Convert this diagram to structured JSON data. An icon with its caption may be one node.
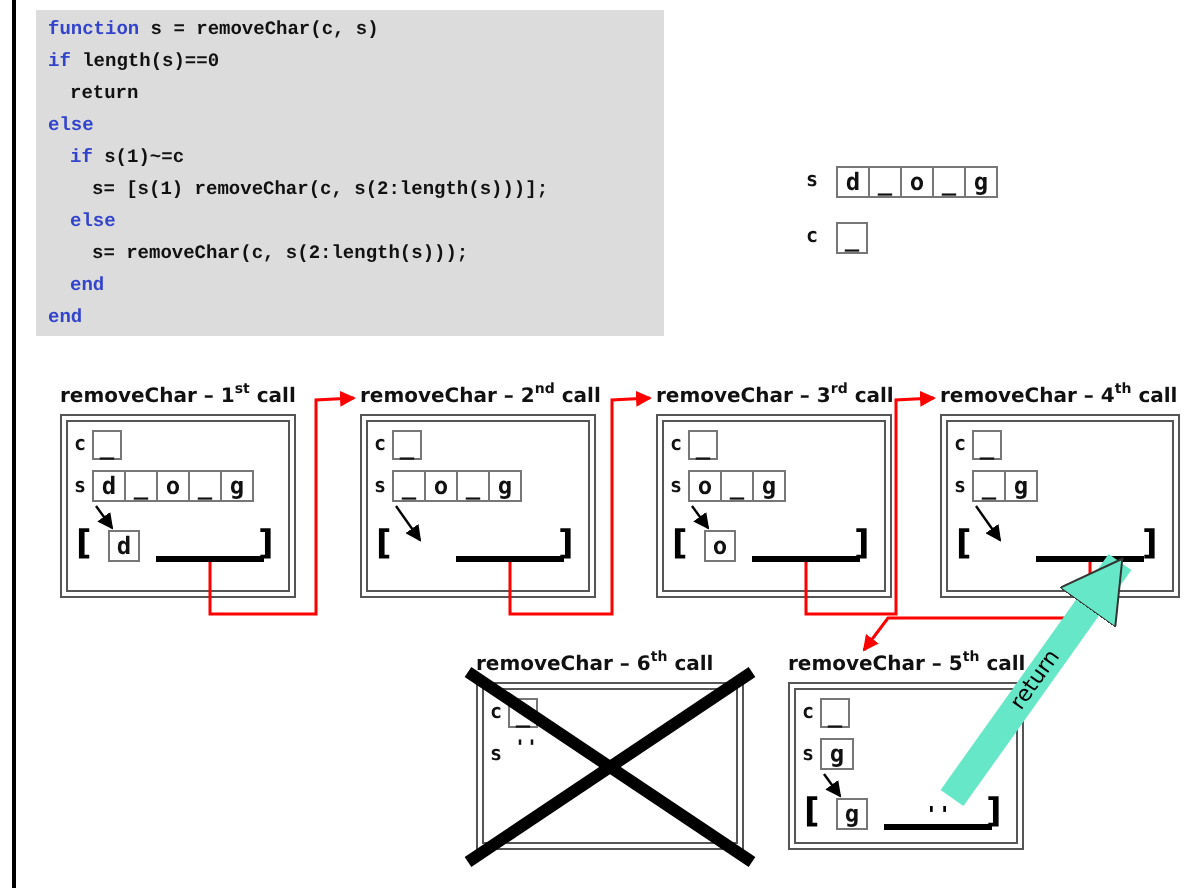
{
  "diagram": {
    "nodes": [
      {
        "text": [
          "function s = removeChar(c, s)",
          "if length(s)==0",
          "return",
          "else",
          "if s(1)~=c",
          "s= [s(1) removeChar(c, s(2:length(s)))];",
          "else",
          "s= removeChar(c, s(2:length(s)));",
          "end",
          "end"
        ]
      },
      {
        "text": [
          "d"
        ]
      },
      {
        "text": [
          "_"
        ]
      },
      {
        "text": [
          "o"
        ]
      },
      {
        "text": [
          "_"
        ]
      },
      {
        "text": [
          "g"
        ]
      },
      {
        "text": [
          "_"
        ]
      },
      {
        "text": [
          "removeChar – 1$^{st}$ call",
          "c",
          "s",
          "[",
          "]"
        ]
      },
      {
        "text": [
          "_"
        ],
        "in": 7
      },
      {
        "text": [
          "d"
        ],
        "in": 7
      },
      {
        "text": [
          "_"
        ],
        "in": 7
      },
      {
        "text": [
          "o"
        ],
        "in": 7
      },
      {
        "text": [
          "_"
        ],
        "in": 7
      },
      {
        "text": [
          "g"
        ],
        "in": 7
      },
      {
        "text": [
          "d"
        ],
        "in": 7
      },
      {
        "text": [],
        "shape": "bar",
        "in": 7
      },
      {
        "text": [
          "removeChar – 2$^{nd}$ call",
          "c",
          "s",
          "[",
          "]"
        ]
      },
      {
        "text": [
          "_"
        ],
        "in": 16
      },
      {
        "text": [
          "_"
        ],
        "in": 16
      },
      {
        "text": [
          "o"
        ],
        "in": 16
      },
      {
        "text": [
          "_"
        ],
        "in": 16
      },
      {
        "text": [
          "g"
        ],
        "in": 16
      },
      {
        "text": [],
        "shape": "bar",
        "in": 16
      },
      {
        "text": [
          "removeChar – 3$^{rd}$ call",
          "c",
          "s",
          "[",
          "]"
        ]
      },
      {
        "text": [
          "_"
        ],
        "in": 23
      },
      {
        "text": [
          "o"
        ],
        "in": 23
      },
      {
        "text": [
          "_"
        ],
        "in": 23
      },
      {
        "text": [
          "g"
        ],
        "in": 23
      },
      {
        "text": [
          "o"
        ],
        "in": 23
      },
      {
        "text": [],
        "shape": "bar",
        "in": 23
      },
      {
        "text": [
          "removeChar – 4$^{th}$ call",
          "c",
          "s",
          "[",
          "]"
        ]
      },
      {
        "text": [
          "_"
        ],
        "in": 30
      },
      {
        "text": [
          "_"
        ],
        "in": 30
      },
      {
        "text": [
          "g"
        ],
        "in": 30
      },
      {
        "text": [],
        "shape": "bar",
        "in": 30
      },
      {
        "text": [
          "removeChar – 6$^{th}$ call",
          "c",
          "s",
          "''"
        ]
      },
      {
        "text": [
          "_"
        ],
        "in": 35
      },
      {
        "text": [
          "removeChar – 5$^{th}$ call",
          "c",
          "s",
          "[",
          "]"
        ]
      },
      {
        "text": [
          "_"
        ],
        "in": 37
      },
      {
        "text": [
          "g"
        ],
        "in": 37
      },
      {
        "text": [
          "g"
        ],
        "in": 37
      },
      {
        "text": [
          "''"
        ],
        "in": 37
      }
    ],
    "edges": [
      {
        "from": 15,
        "to": 16,
        "arrow": "to",
        "color": "#ff0000"
      },
      {
        "from": 22,
        "to": 23,
        "arrow": "to",
        "color": "#ff0000"
      },
      {
        "from": 29,
        "to": 30,
        "arrow": "to",
        "color": "#ff0000"
      },
      {
        "from": 34,
        "to": 37,
        "arrow": "to",
        "color": "#ff0000"
      },
      {
        "from": 41,
        "to": 34,
        "arrow": "to",
        "label": "return",
        "style": "thick",
        "color": "#66e8c8"
      },
      {
        "from": 9,
        "to": 14,
        "arrow": "to"
      },
      {
        "from": 18,
        "to": null,
        "arrow": "to"
      },
      {
        "from": 25,
        "to": 28,
        "arrow": "to"
      },
      {
        "from": 32,
        "to": null,
        "arrow": "to"
      },
      {
        "from": 39,
        "to": 40,
        "arrow": "to"
      }
    ],
    "labels": [
      "s",
      "c"
    ]
  }
}
